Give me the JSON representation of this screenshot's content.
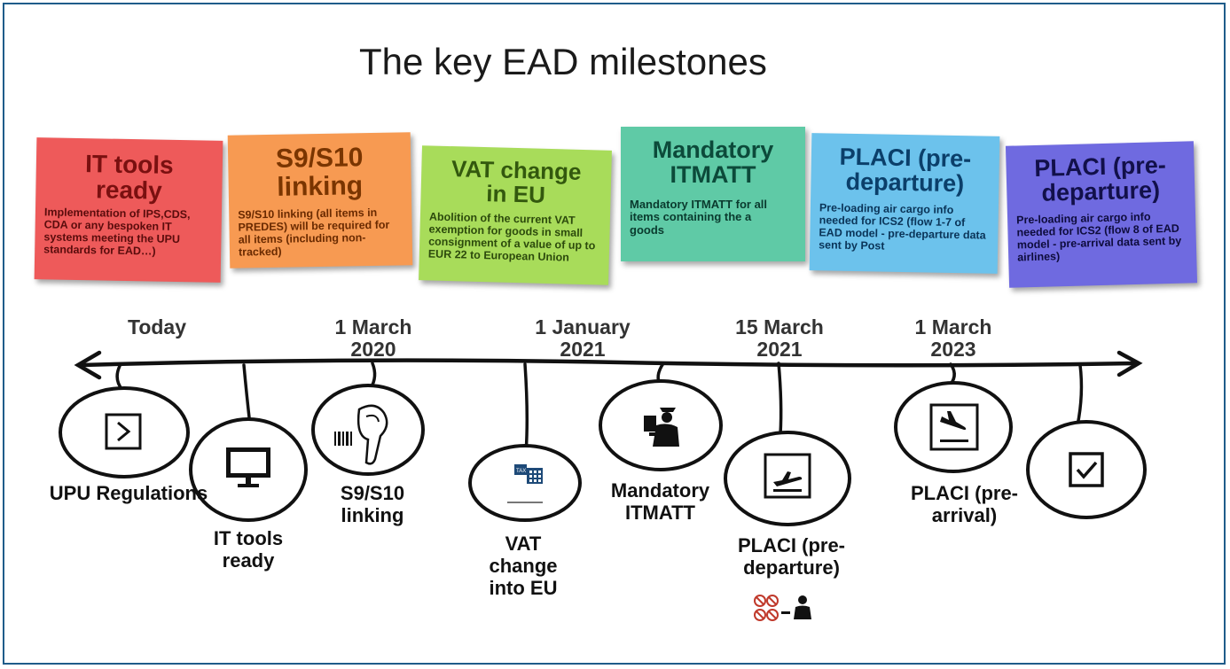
{
  "title": "The key EAD milestones",
  "notes": [
    {
      "heading": "IT tools ready",
      "body": "Implementation of IPS,CDS, CDA or any  bespoken IT systems meeting the UPU standards for EAD…)",
      "color": "#ee5a5a"
    },
    {
      "heading": "S9/S10 linking",
      "body": "S9/S10 linking (all items in PREDES) will be required for all items (including non-tracked)",
      "color": "#f79a52"
    },
    {
      "heading": "VAT change in EU",
      "body": "Abolition of the current VAT exemption for goods in small consignment of a value of up to EUR 22 to European Union",
      "color": "#a8dc5a"
    },
    {
      "heading": "Mandatory ITMATT",
      "body": "Mandatory ITMATT for all items containing the a goods",
      "color": "#5fcaa6"
    },
    {
      "heading": "PLACI (pre-departure)",
      "body": "Pre-loading air cargo info needed for ICS2 (flow 1-7 of EAD model - pre-departure data sent by Post",
      "color": "#6cc2ec"
    },
    {
      "heading": "PLACI (pre-departure)",
      "body": "Pre-loading air cargo info needed for ICS2 (flow 8 of EAD model  - pre-arrival data sent by airlines)",
      "color": "#6f6ae0"
    }
  ],
  "timeline_labels": [
    {
      "line1": "Today",
      "line2": ""
    },
    {
      "line1": "1 March",
      "line2": "2020"
    },
    {
      "line1": "1 January",
      "line2": "2021"
    },
    {
      "line1": "15 March",
      "line2": "2021"
    },
    {
      "line1": "1 March",
      "line2": "2023"
    }
  ],
  "milestones": [
    {
      "label": "UPU Regulations",
      "icon": "terminal-prompt-icon"
    },
    {
      "label": "IT tools ready",
      "icon": "monitor-icon"
    },
    {
      "label": "S9/S10 linking",
      "icon": "barcode-scanner-icon"
    },
    {
      "label": "VAT change into EU",
      "icon": "tax-calculator-icon"
    },
    {
      "label": "Mandatory ITMATT",
      "icon": "customs-officer-icon"
    },
    {
      "label": "PLACI (pre-departure)",
      "icon": "departure-plane-icon"
    },
    {
      "label": "PLACI (pre-arrival)",
      "icon": "arrival-plane-icon"
    },
    {
      "label": "",
      "icon": "checkbox-icon"
    }
  ],
  "colors": {
    "frame": "#1f5c8a",
    "timeline": "#111111"
  }
}
